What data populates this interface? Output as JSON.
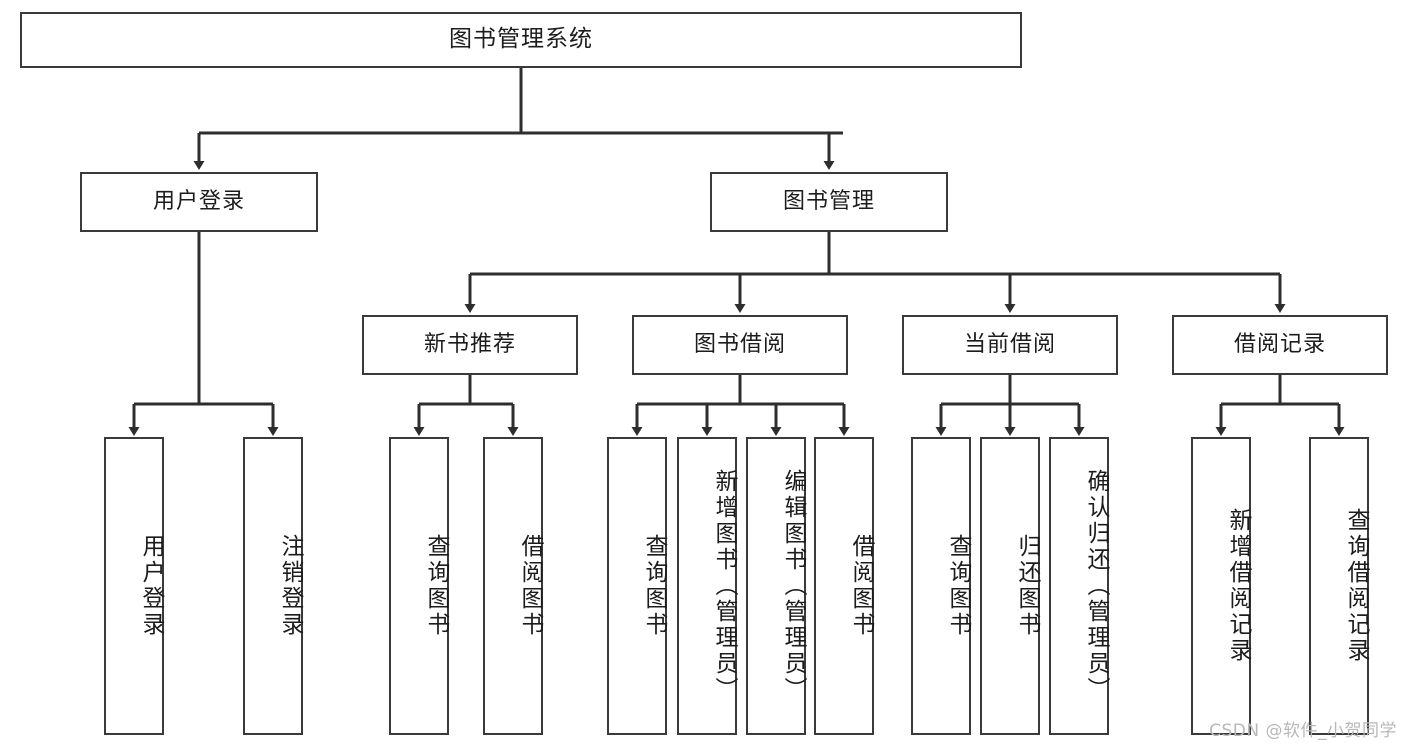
{
  "diagram": {
    "title_text": "图书管理系统",
    "line_color": "#3a3a3a",
    "box_border_color": "#3a3a3a",
    "box_fill_color": "#ffffff",
    "text_color": "#1c1c1c",
    "watermark": "CSDN @软件_小贺同学",
    "levels": {
      "root": {
        "label": "图书管理系统"
      },
      "level2": [
        {
          "key": "user-login",
          "label": "用户登录"
        },
        {
          "key": "book-manage",
          "label": "图书管理"
        }
      ],
      "level3": [
        {
          "key": "new-book-recommend",
          "label": "新书推荐"
        },
        {
          "key": "book-borrow",
          "label": "图书借阅"
        },
        {
          "key": "current-borrow",
          "label": "当前借阅"
        },
        {
          "key": "borrow-record",
          "label": "借阅记录"
        }
      ],
      "leaves": {
        "user-login": [
          {
            "key": "leaf-user-login",
            "label": "用户登录"
          },
          {
            "key": "leaf-logout",
            "label": "注销登录"
          }
        ],
        "new-book-recommend": [
          {
            "key": "leaf-query-book-1",
            "label": "查询图书"
          },
          {
            "key": "leaf-borrow-book-1",
            "label": "借阅图书"
          }
        ],
        "book-borrow": [
          {
            "key": "leaf-query-book-2",
            "label": "查询图书"
          },
          {
            "key": "leaf-add-book",
            "label": "新增图书（管理员）"
          },
          {
            "key": "leaf-edit-book",
            "label": "编辑图书（管理员）"
          },
          {
            "key": "leaf-borrow-book-2",
            "label": "借阅图书"
          }
        ],
        "current-borrow": [
          {
            "key": "leaf-query-book-3",
            "label": "查询图书"
          },
          {
            "key": "leaf-return-book",
            "label": "归还图书"
          },
          {
            "key": "leaf-confirm-return",
            "label": "确认归还（管理员）"
          }
        ],
        "borrow-record": [
          {
            "key": "leaf-add-record",
            "label": "新增借阅记录"
          },
          {
            "key": "leaf-query-record",
            "label": "查询借阅记录"
          }
        ]
      }
    }
  }
}
